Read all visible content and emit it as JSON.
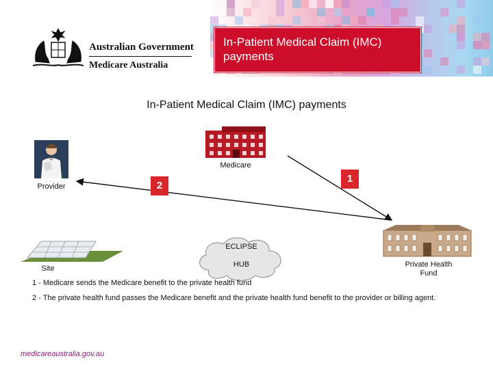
{
  "header": {
    "title": "In-Patient Medical Claim (IMC) payments",
    "government": "Australian Government",
    "agency": "Medicare Australia"
  },
  "slide_title": "In-Patient Medical Claim (IMC) payments",
  "diagram": {
    "nodes": {
      "medicare": "Medicare",
      "provider": "Provider",
      "private_fund": "Private Health Fund",
      "site": "Site",
      "hub_top": "ECLIPSE",
      "hub_bottom": "HUB"
    },
    "steps": [
      "1",
      "2"
    ]
  },
  "footnotes": [
    "1 - Medicare sends the Medicare benefit to the private health fund",
    "2 - The private health fund passes the Medicare benefit and the private health fund benefit to the provider or billing agent."
  ],
  "footer": {
    "url": "medicareaustralia.gov.au"
  },
  "colors": {
    "accent": "#cc0e2a",
    "url": "#8b1a7a"
  }
}
